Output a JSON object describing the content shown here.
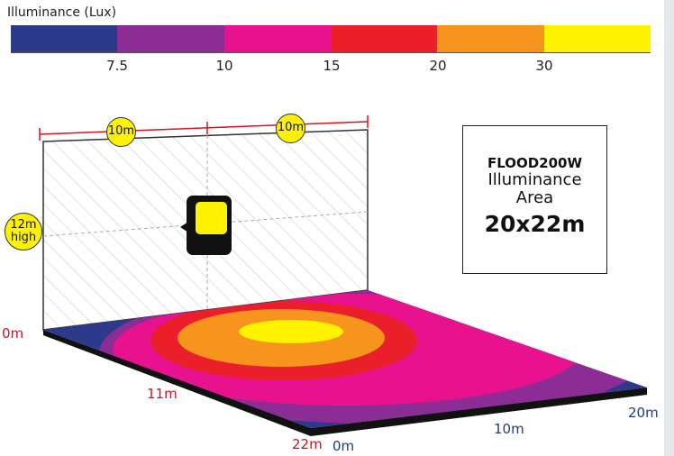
{
  "legend": {
    "title": "Illuminance (Lux)",
    "colors": [
      "#2d3a8c",
      "#8c2d96",
      "#e8128f",
      "#ea1f2a",
      "#f7941e",
      "#fff200"
    ],
    "ticks": [
      "7.5",
      "10",
      "15",
      "20",
      "30"
    ]
  },
  "wall": {
    "width_label_1": "10m",
    "width_label_2": "10m",
    "height_label_line1": "12m",
    "height_label_line2": "high"
  },
  "info": {
    "model": "FLOOD200W",
    "line1": "Illuminance",
    "line2": "Area",
    "size": "20x22m"
  },
  "floor": {
    "origin_label": "0m",
    "depth_mid_label": "11m",
    "depth_end_label": "22m",
    "width_start_label": "0m",
    "width_mid_label": "10m",
    "width_end_label": "20m"
  },
  "colors": {
    "dimension_line": "#d9121a",
    "floor_edge": "#111111",
    "marker_fill": "#fff200"
  }
}
